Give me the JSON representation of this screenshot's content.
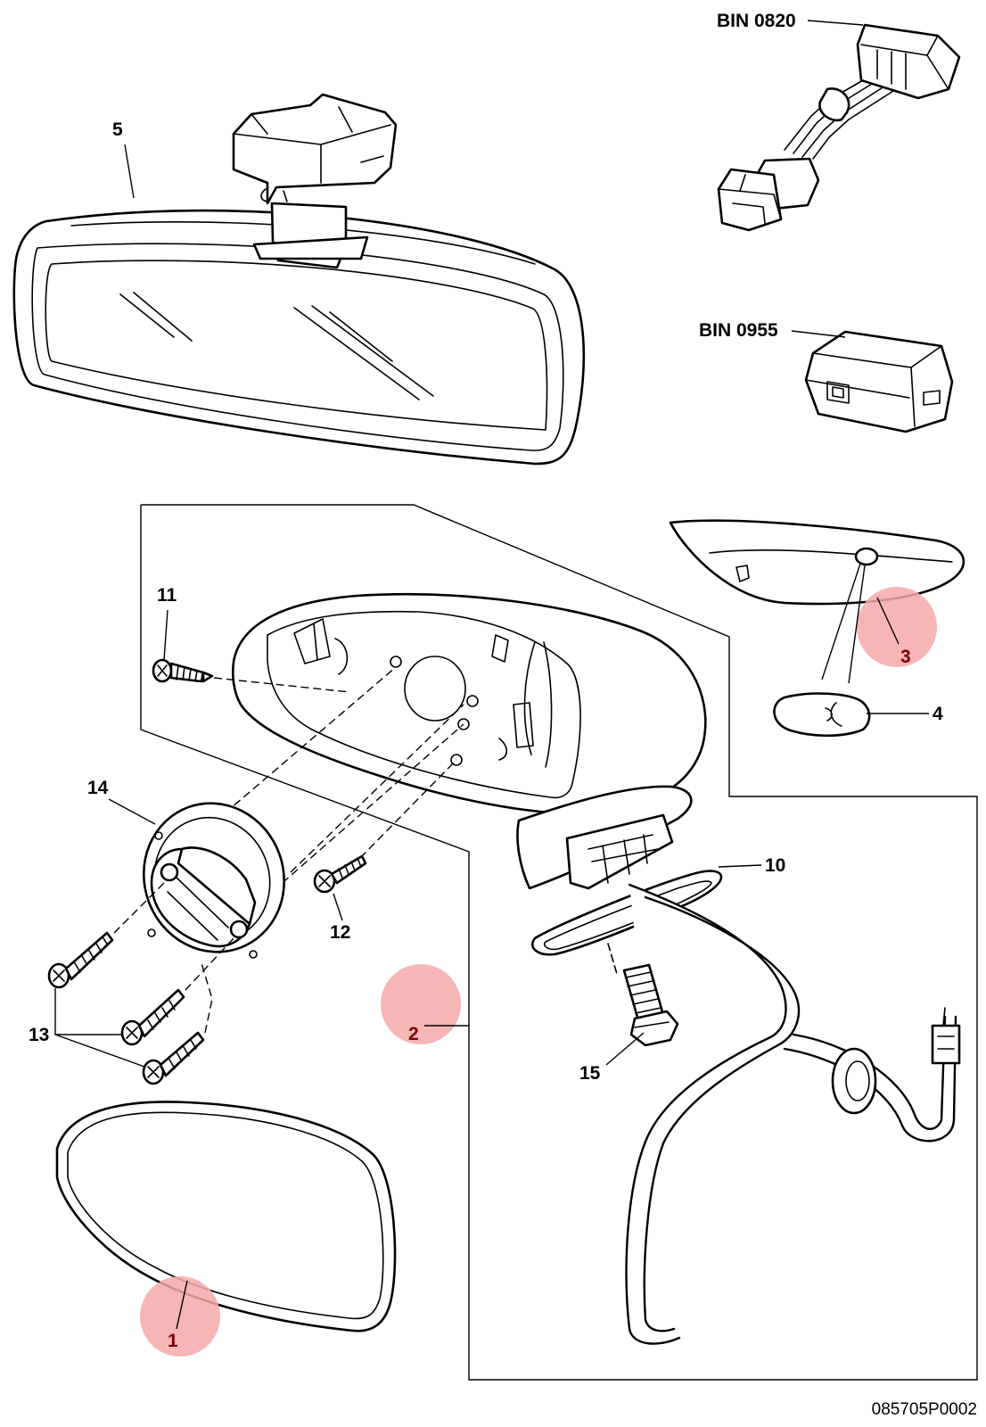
{
  "callouts": {
    "c1": "1",
    "c2": "2",
    "c3": "3",
    "c4": "4",
    "c5": "5",
    "c10": "10",
    "c11": "11",
    "c12": "12",
    "c13": "13",
    "c14": "14",
    "c15": "15"
  },
  "bins": {
    "bin0820": "BIN 0820",
    "bin0955": "BIN 0955"
  },
  "reference": "085705P0002",
  "colors": {
    "hotspot": "#f4a9a9",
    "hotspot_label": "#7a0000",
    "ink": "#000000"
  }
}
